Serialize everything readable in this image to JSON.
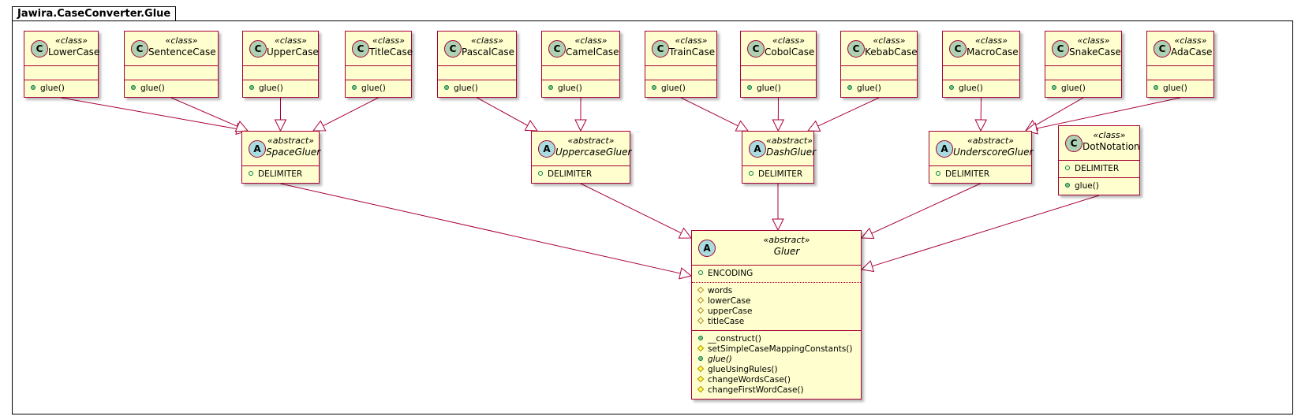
{
  "package": {
    "name": "Jawira.CaseConverter.Glue"
  },
  "classes": [
    {
      "id": "LowerCase",
      "kind": "class",
      "stereotype": "«class»",
      "name": "LowerCase",
      "fields": [],
      "methods": [
        {
          "vis": "public",
          "name": "glue()"
        }
      ]
    },
    {
      "id": "SentenceCase",
      "kind": "class",
      "stereotype": "«class»",
      "name": "SentenceCase",
      "fields": [],
      "methods": [
        {
          "vis": "public",
          "name": "glue()"
        }
      ]
    },
    {
      "id": "UpperCase",
      "kind": "class",
      "stereotype": "«class»",
      "name": "UpperCase",
      "fields": [],
      "methods": [
        {
          "vis": "public",
          "name": "glue()"
        }
      ]
    },
    {
      "id": "TitleCase",
      "kind": "class",
      "stereotype": "«class»",
      "name": "TitleCase",
      "fields": [],
      "methods": [
        {
          "vis": "public",
          "name": "glue()"
        }
      ]
    },
    {
      "id": "PascalCase",
      "kind": "class",
      "stereotype": "«class»",
      "name": "PascalCase",
      "fields": [],
      "methods": [
        {
          "vis": "public",
          "name": "glue()"
        }
      ]
    },
    {
      "id": "CamelCase",
      "kind": "class",
      "stereotype": "«class»",
      "name": "CamelCase",
      "fields": [],
      "methods": [
        {
          "vis": "public",
          "name": "glue()"
        }
      ]
    },
    {
      "id": "TrainCase",
      "kind": "class",
      "stereotype": "«class»",
      "name": "TrainCase",
      "fields": [],
      "methods": [
        {
          "vis": "public",
          "name": "glue()"
        }
      ]
    },
    {
      "id": "CobolCase",
      "kind": "class",
      "stereotype": "«class»",
      "name": "CobolCase",
      "fields": [],
      "methods": [
        {
          "vis": "public",
          "name": "glue()"
        }
      ]
    },
    {
      "id": "KebabCase",
      "kind": "class",
      "stereotype": "«class»",
      "name": "KebabCase",
      "fields": [],
      "methods": [
        {
          "vis": "public",
          "name": "glue()"
        }
      ]
    },
    {
      "id": "MacroCase",
      "kind": "class",
      "stereotype": "«class»",
      "name": "MacroCase",
      "fields": [],
      "methods": [
        {
          "vis": "public",
          "name": "glue()"
        }
      ]
    },
    {
      "id": "SnakeCase",
      "kind": "class",
      "stereotype": "«class»",
      "name": "SnakeCase",
      "fields": [],
      "methods": [
        {
          "vis": "public",
          "name": "glue()"
        }
      ]
    },
    {
      "id": "AdaCase",
      "kind": "class",
      "stereotype": "«class»",
      "name": "AdaCase",
      "fields": [],
      "methods": [
        {
          "vis": "public",
          "name": "glue()"
        }
      ]
    },
    {
      "id": "SpaceGluer",
      "kind": "abstract",
      "stereotype": "«abstract»",
      "name": "SpaceGluer",
      "fields": [
        {
          "vis": "public",
          "name": "DELIMITER"
        }
      ],
      "methods": []
    },
    {
      "id": "UppercaseGluer",
      "kind": "abstract",
      "stereotype": "«abstract»",
      "name": "UppercaseGluer",
      "fields": [
        {
          "vis": "public",
          "name": "DELIMITER"
        }
      ],
      "methods": []
    },
    {
      "id": "DashGluer",
      "kind": "abstract",
      "stereotype": "«abstract»",
      "name": "DashGluer",
      "fields": [
        {
          "vis": "public",
          "name": "DELIMITER"
        }
      ],
      "methods": []
    },
    {
      "id": "UnderscoreGluer",
      "kind": "abstract",
      "stereotype": "«abstract»",
      "name": "UnderscoreGluer",
      "fields": [
        {
          "vis": "public",
          "name": "DELIMITER"
        }
      ],
      "methods": []
    },
    {
      "id": "DotNotation",
      "kind": "class",
      "stereotype": "«class»",
      "name": "DotNotation",
      "fields": [
        {
          "vis": "public",
          "name": "DELIMITER"
        }
      ],
      "methods": [
        {
          "vis": "public",
          "name": "glue()"
        }
      ]
    },
    {
      "id": "Gluer",
      "kind": "abstract",
      "stereotype": "«abstract»",
      "name": "Gluer",
      "fields": [
        {
          "vis": "public",
          "name": "ENCODING"
        }
      ],
      "fields2": [
        {
          "vis": "protected",
          "name": "words"
        },
        {
          "vis": "protected",
          "name": "lowerCase"
        },
        {
          "vis": "protected",
          "name": "upperCase"
        },
        {
          "vis": "protected",
          "name": "titleCase"
        }
      ],
      "methods": [
        {
          "vis": "public",
          "name": "__construct()"
        },
        {
          "vis": "protected",
          "name": "setSimpleCaseMappingConstants()"
        },
        {
          "vis": "public",
          "name": "glue()",
          "italic": true
        },
        {
          "vis": "protected",
          "name": "glueUsingRules()"
        },
        {
          "vis": "protected",
          "name": "changeWordsCase()"
        },
        {
          "vis": "protected",
          "name": "changeFirstWordCase()"
        }
      ]
    }
  ],
  "relations": [
    {
      "from": "LowerCase",
      "to": "SpaceGluer"
    },
    {
      "from": "SentenceCase",
      "to": "SpaceGluer"
    },
    {
      "from": "UpperCase",
      "to": "SpaceGluer"
    },
    {
      "from": "TitleCase",
      "to": "SpaceGluer"
    },
    {
      "from": "PascalCase",
      "to": "UppercaseGluer"
    },
    {
      "from": "CamelCase",
      "to": "UppercaseGluer"
    },
    {
      "from": "TrainCase",
      "to": "DashGluer"
    },
    {
      "from": "CobolCase",
      "to": "DashGluer"
    },
    {
      "from": "KebabCase",
      "to": "DashGluer"
    },
    {
      "from": "MacroCase",
      "to": "UnderscoreGluer"
    },
    {
      "from": "SnakeCase",
      "to": "UnderscoreGluer"
    },
    {
      "from": "AdaCase",
      "to": "UnderscoreGluer"
    },
    {
      "from": "SpaceGluer",
      "to": "Gluer"
    },
    {
      "from": "UppercaseGluer",
      "to": "Gluer"
    },
    {
      "from": "DashGluer",
      "to": "Gluer"
    },
    {
      "from": "UnderscoreGluer",
      "to": "Gluer"
    },
    {
      "from": "DotNotation",
      "to": "Gluer"
    }
  ],
  "colors": {
    "border": "#a80036",
    "fill": "#fefece",
    "badge_class": "#add1b2",
    "badge_abstract": "#a9dcdf"
  }
}
